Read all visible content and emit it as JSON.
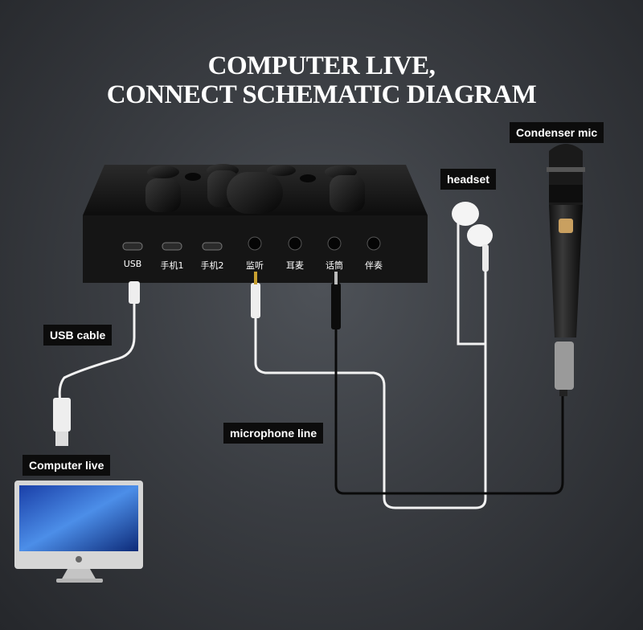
{
  "title": {
    "line1": "COMPUTER LIVE,",
    "line2": "CONNECT SCHEMATIC DIAGRAM"
  },
  "callouts": {
    "condenser_mic": "Condenser mic",
    "headset": "headset",
    "usb_cable": "USB cable",
    "microphone_line": "microphone line",
    "computer_live": "Computer live"
  },
  "ports": {
    "usb": "USB",
    "phone1": "手机1",
    "phone2": "手机2",
    "monitor": "监听",
    "headphone": "耳麦",
    "mic": "话筒",
    "accompaniment": "伴奏"
  },
  "colors": {
    "background": "#3a3d42",
    "device": "#111111",
    "label_bg": "#0c0c0c",
    "label_text": "#ffffff"
  }
}
